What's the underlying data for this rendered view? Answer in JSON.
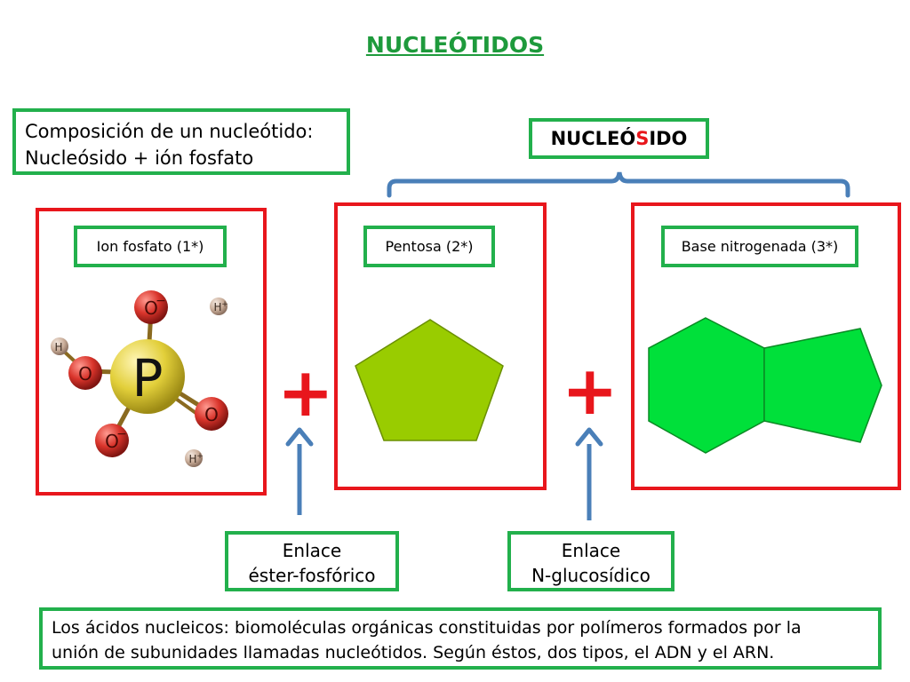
{
  "title": "NUCLEÓTIDOS",
  "composition": {
    "line1": "Composición de un nucleótido:",
    "line2": "Nucleósido + ión fosfato"
  },
  "nucleosido": {
    "before": "NUCLEÓ",
    "highlight": "S",
    "after": "IDO"
  },
  "components": [
    {
      "label": "Ion fosfato (1*)"
    },
    {
      "label": "Pentosa (2*)"
    },
    {
      "label": "Base nitrogenada (3*)"
    }
  ],
  "plus_sign": "+",
  "links": [
    {
      "line1": "Enlace",
      "line2": "éster-fosfórico"
    },
    {
      "line1": "Enlace",
      "line2": "N-glucosídico"
    }
  ],
  "molecule": {
    "center": "P",
    "oxygen": "O",
    "hydrogen": "H",
    "minus": "−",
    "plus": "+"
  },
  "footer": {
    "line1": "Los ácidos nucleicos: biomoléculas orgánicas constituidas por polímeros formados por la",
    "line2": "unión de subunidades llamadas nucleótidos. Según éstos, dos tipos, el ADN y el ARN."
  },
  "colors": {
    "green_border": "#22b04c",
    "red_border": "#e8161c",
    "title": "#1e9a3c",
    "arrow": "#4a7fb8",
    "pentose": "#99cc00",
    "base": "#00e03a",
    "phosphorus": "#e2cf3a",
    "oxygen": "#d9342b",
    "hydrogen": "#c9ad99"
  }
}
